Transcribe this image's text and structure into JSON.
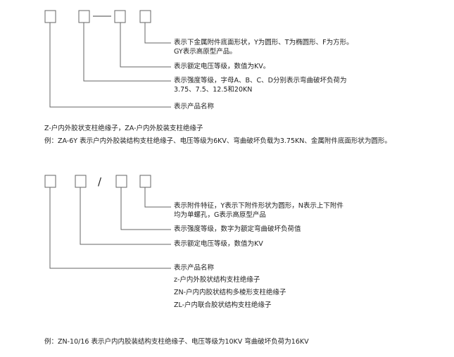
{
  "diagram1": {
    "separator": "—",
    "labels": {
      "box4": [
        "表示下金属附件底面形状，Y为圆形、T为椭圆形、F为方形。",
        "GY表示高原型产品。"
      ],
      "box3": [
        "表示额定电压等级，数值为KV。"
      ],
      "box2": [
        "表示强度等级，字母A、B、C、D分别表示弯曲破坏负荷为",
        "3.75、7.5、12.5和20KN"
      ],
      "box1": [
        "表示产品名称"
      ]
    },
    "note": "Z-户内外胶状支柱绝缘子，ZA-户内外胶装支柱绝缘子",
    "example": "例：ZA-6Y 表示户内外胶装结构支柱绝缘子、电压等级为6KV、弯曲破坏负载为3.75KN、金属附件底面形状为圆形。"
  },
  "diagram2": {
    "separator": "/",
    "labels": {
      "box4": [
        "表示附件特征，Y表示下附件形状为圆形，N表示上下附件",
        "均为单螺孔，G表示高原型产品"
      ],
      "box3": [
        "表示强度等级，数字为额定弯曲破坏负荷值"
      ],
      "box2": [
        "表示额定电压等级，数值为KV"
      ],
      "box1": [
        "表示产品名称",
        "z-户内外胶状结构支柱绝缘子",
        "ZN-户内内胶状结构多棱形支柱绝缘子",
        "ZL-户内联合胶状结构支柱绝缘子"
      ]
    },
    "example": "例：ZN-10/16  表示户内内胶装结构支柱绝缘子、电压等级为10KV 弯曲破坏负荷为16KV"
  },
  "colors": {
    "line": "#555555",
    "box": "#666666",
    "text": "#222222"
  }
}
